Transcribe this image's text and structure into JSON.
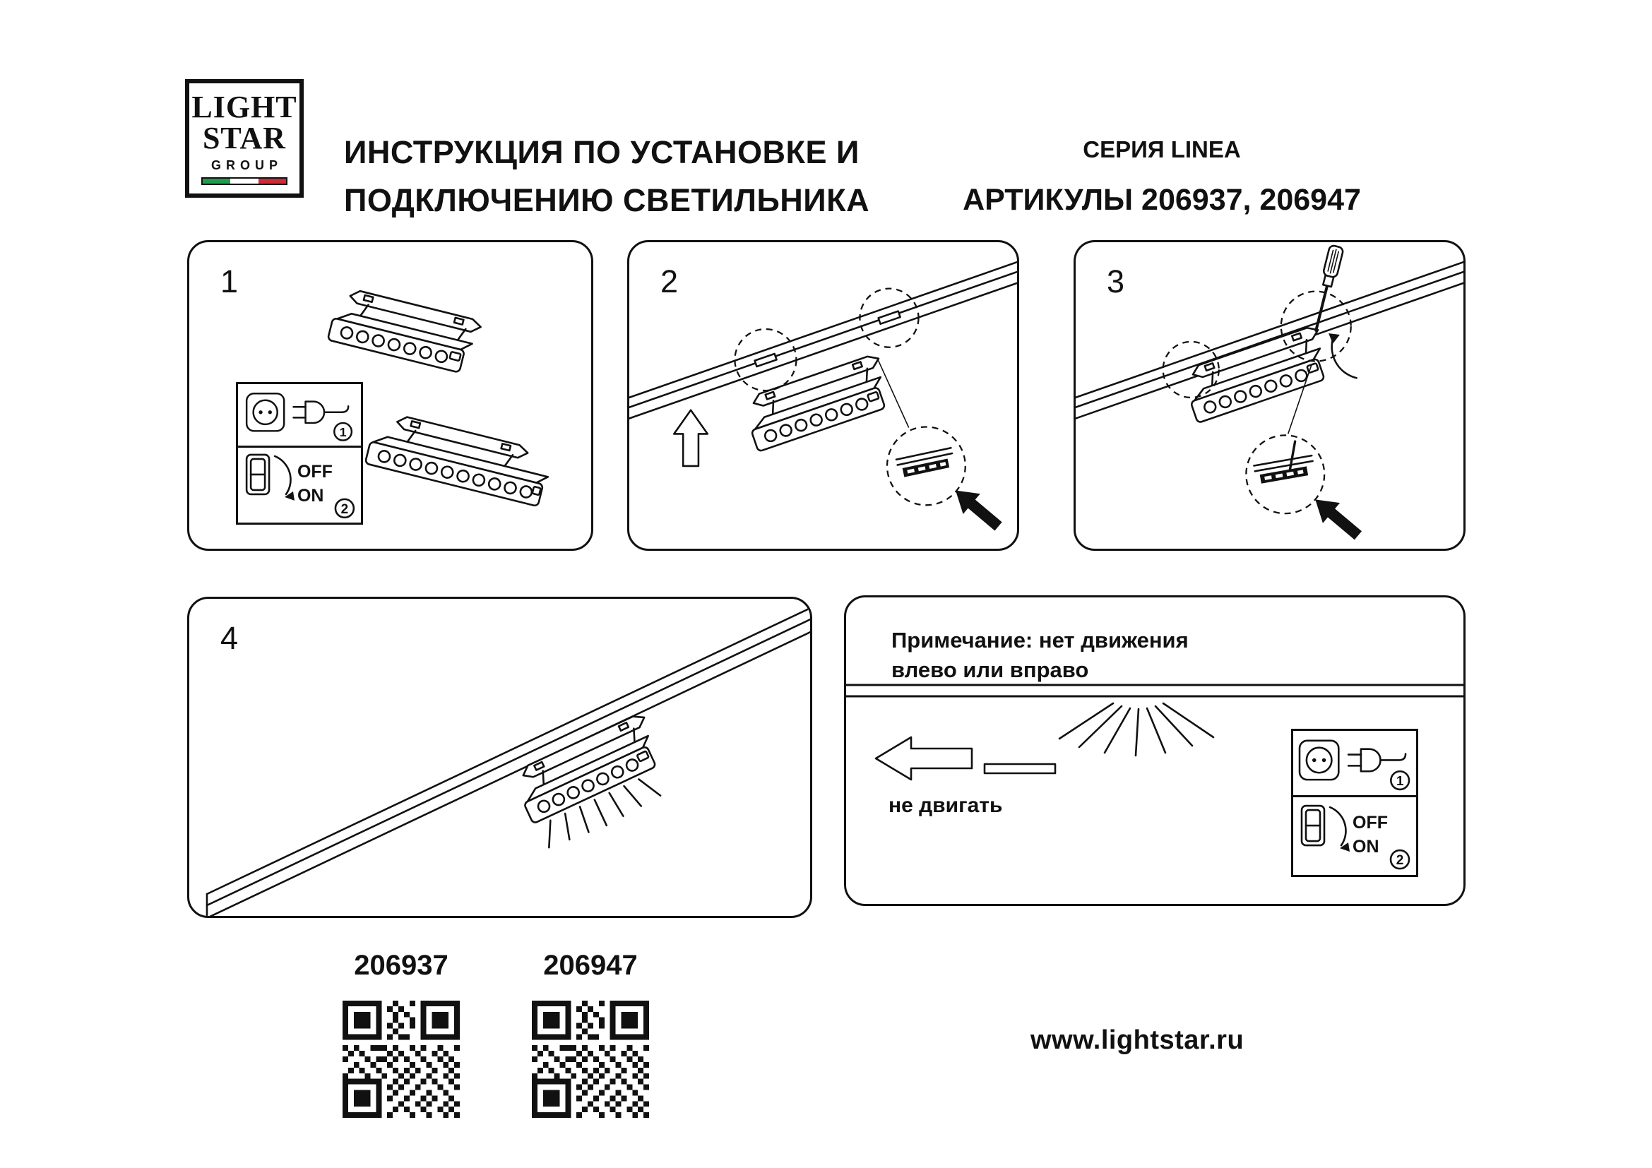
{
  "logo": {
    "light": "LIGHT",
    "star": "STAR",
    "group": "GROUP"
  },
  "header": {
    "title_line1": "ИНСТРУКЦИЯ ПО УСТАНОВКЕ И",
    "title_line2": "ПОДКЛЮЧЕНИЮ СВЕТИЛЬНИКА",
    "series": "СЕРИЯ LINEA",
    "articles": "АРТИКУЛЫ 206937, 206947"
  },
  "steps": [
    {
      "number": "1"
    },
    {
      "number": "2"
    },
    {
      "number": "3"
    },
    {
      "number": "4"
    }
  ],
  "power_box": {
    "plug_step": "1",
    "off": "OFF",
    "on": "ON",
    "switch_step": "2"
  },
  "note": {
    "line1": "Примечание: нет движения",
    "line2": "влево или вправо",
    "do_not_move": "не двигать"
  },
  "footer": {
    "qr_left_label": "206937",
    "qr_right_label": "206947",
    "website": "www.lightstar.ru"
  },
  "colors": {
    "ink": "#111111",
    "flag_green": "#1f9d4d",
    "flag_white": "#ffffff",
    "flag_red": "#ce2b37"
  }
}
